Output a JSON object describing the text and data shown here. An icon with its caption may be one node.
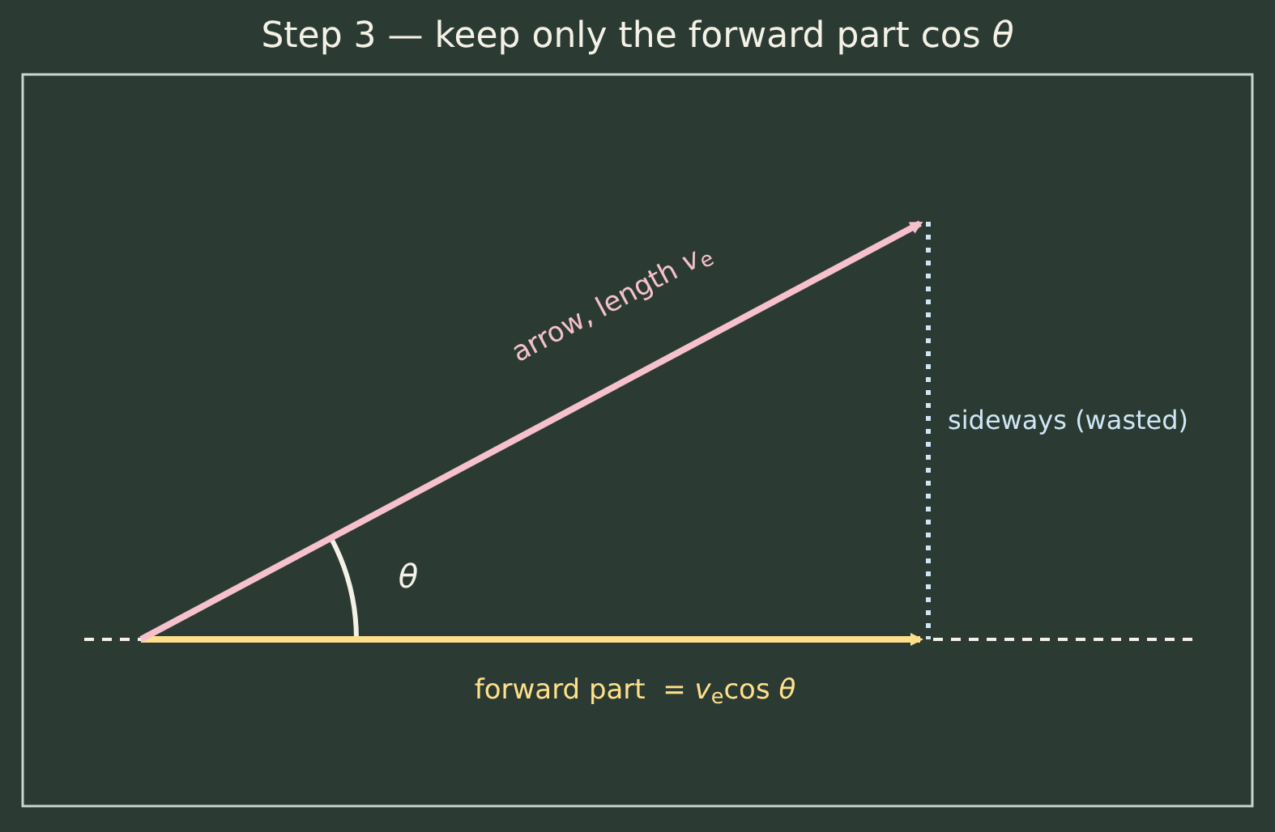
{
  "diagram": {
    "title": "Step 3 — keep only the forward part cos *θ*",
    "labels": [
      "arrow, length *v*$_{e}$",
      "θ",
      "sideways (wasted)",
      "forward part  = *v*$_{e}$cos *θ*"
    ]
  }
}
